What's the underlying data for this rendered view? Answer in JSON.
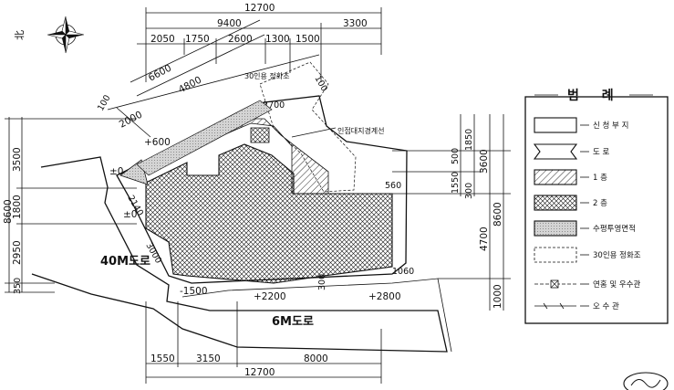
{
  "dimensions": {
    "top_total": "12700",
    "top_sub_a": "9400",
    "top_sub_b": "3300",
    "top_row": [
      "2050",
      "1750",
      "2600",
      "1300",
      "1500"
    ],
    "diag_a": "6600",
    "diag_b": "4800",
    "diag_c": "2000",
    "diag_small": "100",
    "diag_small2": "100",
    "inner_12700": "12700",
    "left": [
      "3500",
      "1800",
      "2950",
      "350"
    ],
    "left_total": "8600",
    "right_inner": [
      "1850",
      "500",
      "1550",
      "300"
    ],
    "right_mid": [
      "3600",
      "4700",
      "1000"
    ],
    "right_total": "8600",
    "bottom_row": [
      "1550",
      "3150",
      "8000"
    ],
    "bottom_total": "12700",
    "small_560": "560",
    "small_1060": "1060",
    "small_300": "300",
    "small_2140": "2140",
    "small_3000": "3000"
  },
  "levels": {
    "plus600": "+600",
    "zero_a": "±0",
    "zero_b": "±0",
    "minus1500": "-1500",
    "plus2200": "+2200",
    "plus2800": "+2800"
  },
  "labels": {
    "septic_tank": "30인용 정화조",
    "boundary": "인접대지경계선",
    "north": "北"
  },
  "roads": {
    "road_40m": "40M도로",
    "road_6m": "6M도로"
  },
  "legend": {
    "title": "범 례",
    "items": [
      {
        "key": "site",
        "label": "신 청 부 지"
      },
      {
        "key": "road",
        "label": "도    로"
      },
      {
        "key": "floor1",
        "label": "1     층"
      },
      {
        "key": "floor2",
        "label": "2     층"
      },
      {
        "key": "projection",
        "label": "수평투영면적"
      },
      {
        "key": "septic",
        "label": "30인용 정화조"
      },
      {
        "key": "rain_pipe",
        "label": "연홈 및 우수관"
      },
      {
        "key": "sewer",
        "label": "오   수   관"
      }
    ]
  },
  "colors": {
    "ink": "#111111",
    "paper": "#ffffff",
    "projection_fill": "#cfcfcf"
  }
}
